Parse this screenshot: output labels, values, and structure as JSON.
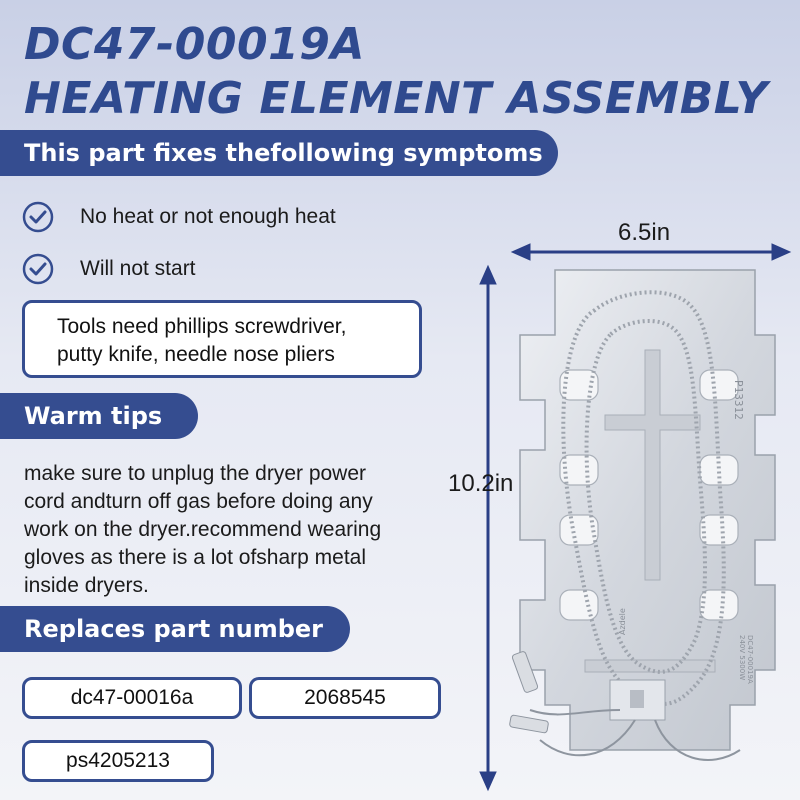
{
  "title": {
    "line1": "DC47-00019A",
    "line2": "HEATING ELEMENT ASSEMBLY"
  },
  "symptoms": {
    "heading": "This part fixes thefollowing symptoms",
    "items": [
      "No heat or not enough heat",
      "Will not start"
    ],
    "tools_line1": "Tools need phillips screwdriver,",
    "tools_line2": "putty knife, needle nose pliers"
  },
  "tips": {
    "heading": "Warm tips",
    "line1": "make sure to unplug the dryer power",
    "line2": "cord andturn off gas before doing any",
    "line3": "work on the dryer.recommend wearing",
    "line4": "gloves as there is a lot ofsharp metal",
    "line5": "inside dryers."
  },
  "replaces": {
    "heading": "Replaces part number",
    "parts": [
      "dc47-00016a",
      "2068545",
      "ps4205213"
    ]
  },
  "dimensions": {
    "width": "6.5in",
    "height": "10.2in"
  },
  "product": {
    "plate_mark": "P13312",
    "label_line1": "DC47-00019A",
    "label_line2": "240V 5300W",
    "brand": "Azdele"
  },
  "colors": {
    "accent": "#354d90",
    "title": "#2f4a8f",
    "arrow": "#2a3f86"
  }
}
